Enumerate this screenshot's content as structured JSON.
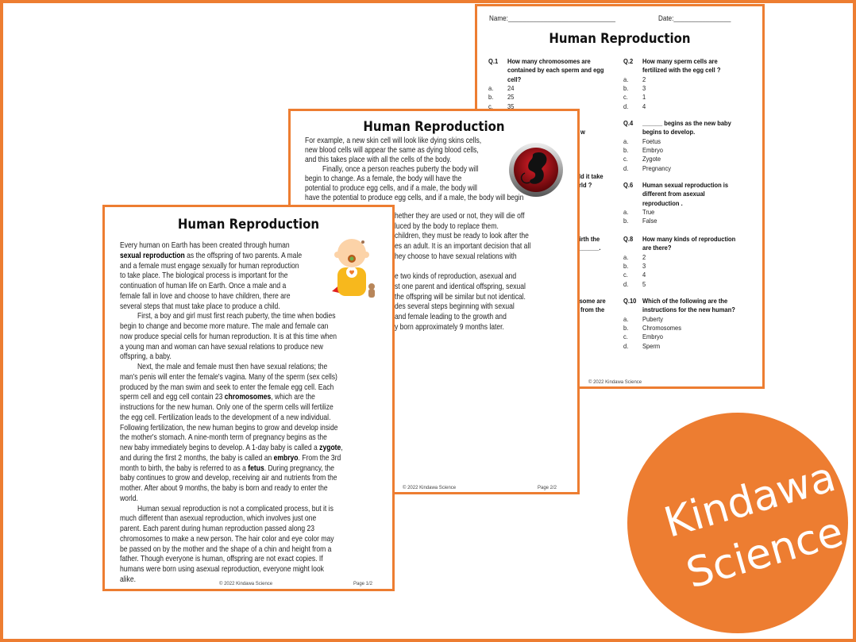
{
  "accent_color": "#ED7D31",
  "worksheet": {
    "name_label": "Name:______________________________",
    "date_label": "Date:________________",
    "title": "Human Reproduction",
    "questions": [
      {
        "num": "Q.1",
        "lines": [
          "How many chromosomes are",
          "contained by each sperm and  egg",
          "cell?"
        ],
        "options": [
          [
            "a.",
            "24"
          ],
          [
            "b.",
            "25"
          ],
          [
            "c.",
            "35"
          ]
        ]
      },
      {
        "num": "Q.2",
        "lines": [
          "How many sperm cells are",
          "fertilized with the egg cell ?"
        ],
        "options": [
          [
            "a.",
            "2"
          ],
          [
            "b.",
            "3"
          ],
          [
            "c.",
            "1"
          ],
          [
            "d.",
            "4"
          ]
        ]
      },
      {
        "num": "Q.4",
        "lines": [
          "______ begins as the new baby",
          "begins to develop."
        ],
        "options": [
          [
            "a.",
            "Foetus"
          ],
          [
            "b.",
            "Embryo"
          ],
          [
            "c.",
            "Zygote"
          ],
          [
            "d.",
            "Pregnancy"
          ]
        ]
      },
      {
        "num": "Q.6",
        "lines": [
          "Human sexual reproduction is",
          "different from asexual",
          "reproduction ."
        ],
        "options": [
          [
            "a.",
            "True"
          ],
          [
            "b.",
            "False"
          ]
        ]
      },
      {
        "num": "Q.8",
        "lines": [
          "How many kinds of reproduction",
          "are there?"
        ],
        "options": [
          [
            "a.",
            "2"
          ],
          [
            "b.",
            "3"
          ],
          [
            "c.",
            "4"
          ],
          [
            "d.",
            "5"
          ]
        ]
      },
      {
        "num": "Q.10",
        "lines": [
          "Which of the following are the",
          "instructions for the new human?"
        ],
        "options": [
          [
            "a.",
            "Puberty"
          ],
          [
            "b.",
            "Chromosomes"
          ],
          [
            "c.",
            "Embryo"
          ],
          [
            "d.",
            "Sperm"
          ]
        ]
      }
    ],
    "fragments": [
      "w",
      "ld it take",
      "rld ?",
      "birth the",
      "_______.",
      "osome are",
      "from the"
    ],
    "footer": "© 2022 Kindawa Science"
  },
  "page2": {
    "title": "Human Reproduction",
    "lines": [
      "For example, a new skin cell will look like dying skins cells,",
      "new blood cells will appear the same as dying blood cells,",
      "and this takes place with all the cells of the body.",
      "Finally, once a person reaches puberty the body will",
      "begin to change. As a female, the body will have the",
      "potential to produce egg cells, and if a male, the body will",
      "have the potential to produce egg cells, and if a male, the body will begin"
    ],
    "fragments": [
      "hether they are used or not, they will die off",
      "luced by the body to replace them.",
      "children, they must be ready to look after the",
      "es an adult. It is an important decision that all",
      "hey choose to have sexual relations with",
      "",
      "e two kinds of reproduction, asexual and",
      "st one parent and identical offspring, sexual",
      "the offspring will be similar but not identical.",
      "des several steps beginning with sexual",
      "and female leading to the growth and",
      "y born approximately 9 months later."
    ],
    "footer": "© 2022 Kindawa Science",
    "page_label": "Page 2/2"
  },
  "page1": {
    "title": "Human Reproduction",
    "lines": [
      [
        [
          "Every human on Earth has been created through human",
          0
        ]
      ],
      [
        [
          "sexual reproduction",
          1
        ],
        [
          "  as the offspring of two parents. A male",
          0
        ]
      ],
      [
        [
          "and a female must engage sexually for human reproduction",
          0
        ]
      ],
      [
        [
          "to take place. The biological process is important for the",
          0
        ]
      ],
      [
        [
          "continuation of human life on Earth. Once a male and a",
          0
        ]
      ],
      [
        [
          "female fall in love and choose to have children, there are",
          0
        ]
      ],
      [
        [
          "several steps that must take place to produce a child.",
          0
        ]
      ],
      [
        [
          "First, a boy and girl must first reach puberty, the time when bodies",
          0
        ]
      ],
      [
        [
          "begin to change and become more mature. The male and female can",
          0
        ]
      ],
      [
        [
          "now produce special cells for human reproduction. It is at this time when",
          0
        ]
      ],
      [
        [
          "a young man and woman can have sexual relations to produce new",
          0
        ]
      ],
      [
        [
          "offspring, a baby.",
          0
        ]
      ],
      [
        [
          "Next, the male and female must then have sexual relations; the",
          0
        ]
      ],
      [
        [
          "man's penis will enter the female's vagina. Many of the sperm (sex cells)",
          0
        ]
      ],
      [
        [
          "produced by the man swim and seek to enter the female egg cell. Each",
          0
        ]
      ],
      [
        [
          "sperm cell and egg cell contain 23 ",
          0
        ],
        [
          "chromosomes",
          1
        ],
        [
          ",  which are the",
          0
        ]
      ],
      [
        [
          "instructions for the new human. Only one of the sperm cells will fertilize",
          0
        ]
      ],
      [
        [
          "the egg cell. Fertilization leads to the development of a new individual.",
          0
        ]
      ],
      [
        [
          "Following fertilization, the new human begins to grow and develop inside",
          0
        ]
      ],
      [
        [
          "the mother's stomach. A nine-month term of pregnancy begins as the",
          0
        ]
      ],
      [
        [
          "new baby immediately begins to develop.  A 1-day baby is called a ",
          0
        ],
        [
          "zygote",
          1
        ],
        [
          ",",
          0
        ]
      ],
      [
        [
          "and during the first 2 months, the baby is called an ",
          0
        ],
        [
          "embryo",
          1
        ],
        [
          ". From the 3rd",
          0
        ]
      ],
      [
        [
          "month to birth, the baby is referred  to as a ",
          0
        ],
        [
          "fetus",
          1
        ],
        [
          ". During pregnancy, the",
          0
        ]
      ],
      [
        [
          "baby continues to grow and develop, receiving air and nutrients from the",
          0
        ]
      ],
      [
        [
          "mother. After about 9 months, the baby is born and ready to enter the",
          0
        ]
      ],
      [
        [
          "world.",
          0
        ]
      ],
      [
        [
          "Human sexual reproduction is not a complicated process, but it is",
          0
        ]
      ],
      [
        [
          "much different than asexual reproduction, which involves just one",
          0
        ]
      ],
      [
        [
          "parent. Each parent during human reproduction passed along 23",
          0
        ]
      ],
      [
        [
          "chromosomes to make a new person. The hair color and eye color may",
          0
        ]
      ],
      [
        [
          "be passed on by the mother and the shape of a chin and height from a",
          0
        ]
      ],
      [
        [
          "father. Though everyone is human, offspring are not exact copies. If",
          0
        ]
      ],
      [
        [
          "humans were born using asexual reproduction, everyone might look",
          0
        ]
      ],
      [
        [
          "alike.",
          0
        ]
      ]
    ],
    "indented_lines": [
      7,
      12,
      26
    ],
    "footer": "© 2022 Kindawa Science",
    "page_label": "Page 1/2"
  },
  "brand": {
    "line1": "Kindawa",
    "line2": "Science"
  }
}
